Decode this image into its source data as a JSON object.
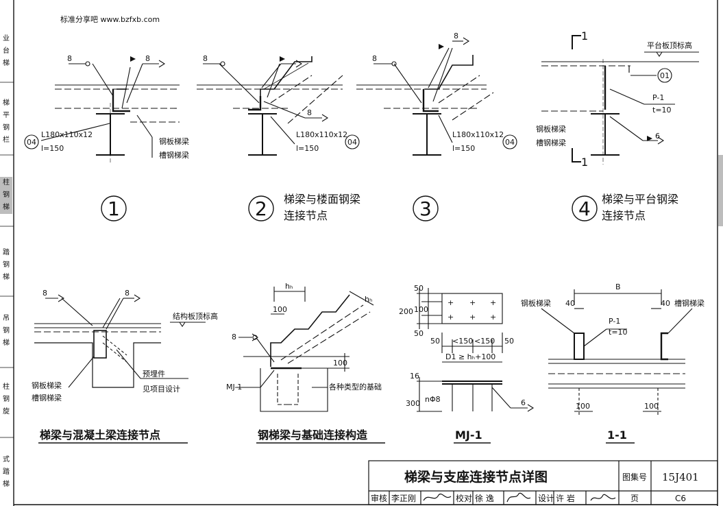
{
  "header": {
    "site_text": "标准分享吧 www.bzfxb.com"
  },
  "side_tabs": [
    {
      "chars": [
        "业",
        "台",
        "梯"
      ]
    },
    {
      "chars": [
        "梯",
        "平",
        "钢",
        "栏"
      ]
    },
    {
      "chars": [
        "柱",
        "钢",
        "梯"
      ]
    },
    {
      "chars": [
        "踏",
        "钢",
        "梯"
      ]
    },
    {
      "chars": [
        "吊",
        "钢",
        "梯"
      ]
    },
    {
      "chars": [
        "柱",
        "钢",
        "旋"
      ]
    },
    {
      "chars": [
        "式",
        "踏",
        "梯"
      ]
    }
  ],
  "details": {
    "d1": {
      "number": "1",
      "angle": "L180x110x12",
      "length": "l=150",
      "index": "04",
      "w1": "8",
      "w2": "8",
      "tag1": "钢板梯梁",
      "tag2": "槽钢梯梁"
    },
    "d2": {
      "number": "2",
      "caption_line1": "梯梁与楼面钢梁",
      "caption_line2": "连接节点",
      "angle": "L180x110x12",
      "length": "l=150",
      "index": "04",
      "w1": "8",
      "w2": "8"
    },
    "d3": {
      "number": "3",
      "angle": "L180x110x12",
      "length": "l=150",
      "index": "04",
      "w1": "8",
      "w2": "8"
    },
    "d4": {
      "number": "4",
      "caption_line1": "梯梁与平台钢梁",
      "caption_line2": "连接节点",
      "sec": "1",
      "sec_bot": "1",
      "platform": "平台板顶标高",
      "index": "01",
      "plate": "P-1",
      "thk": "t=10",
      "w": "6",
      "tag1": "钢板梯梁",
      "tag2": "槽钢梯梁"
    },
    "concrete": {
      "title": "梯梁与混凝土梁连接节点",
      "w1": "8",
      "w2": "8",
      "slab": "结构板顶标高",
      "embed1": "预埋件",
      "embed2": "见项目设计",
      "tag1": "钢板梯梁",
      "tag2": "槽钢梯梁"
    },
    "foundation": {
      "title": "钢梯梁与基础连接构造",
      "hb": "hₕ",
      "hd": "hₕ",
      "dim100a": "100",
      "dim100b": "100",
      "w": "8",
      "mj": "MJ-1",
      "base": "各种类型的基础"
    },
    "mj": {
      "title": "MJ-1",
      "d50a": "50",
      "d100": "100",
      "d50b": "50",
      "d200": "200",
      "s50a": "50",
      "s150a": "<150",
      "s150b": "<150",
      "s50b": "50",
      "d1": "D1 ≥ hₕ+100",
      "d16": "16",
      "d300": "300",
      "bar": "nΦ8",
      "w": "6"
    },
    "sec11": {
      "title": "1-1",
      "b": "B",
      "d40a": "40",
      "d40b": "40",
      "tag1": "钢板梯梁",
      "tag2": "槽钢梯梁",
      "plate": "P-1",
      "thk": "t=10",
      "d100a": "100",
      "d100b": "100"
    }
  },
  "title_block": {
    "title": "梯梁与支座连接节点详图",
    "atlas_label": "图集号",
    "atlas_no": "15J401",
    "review_label": "审核",
    "reviewer": "李正刚",
    "check_label": "校对",
    "checker": "徐  逸",
    "design_label": "设计",
    "designer": "许  岩",
    "page_label": "页",
    "page_no": "C6"
  }
}
